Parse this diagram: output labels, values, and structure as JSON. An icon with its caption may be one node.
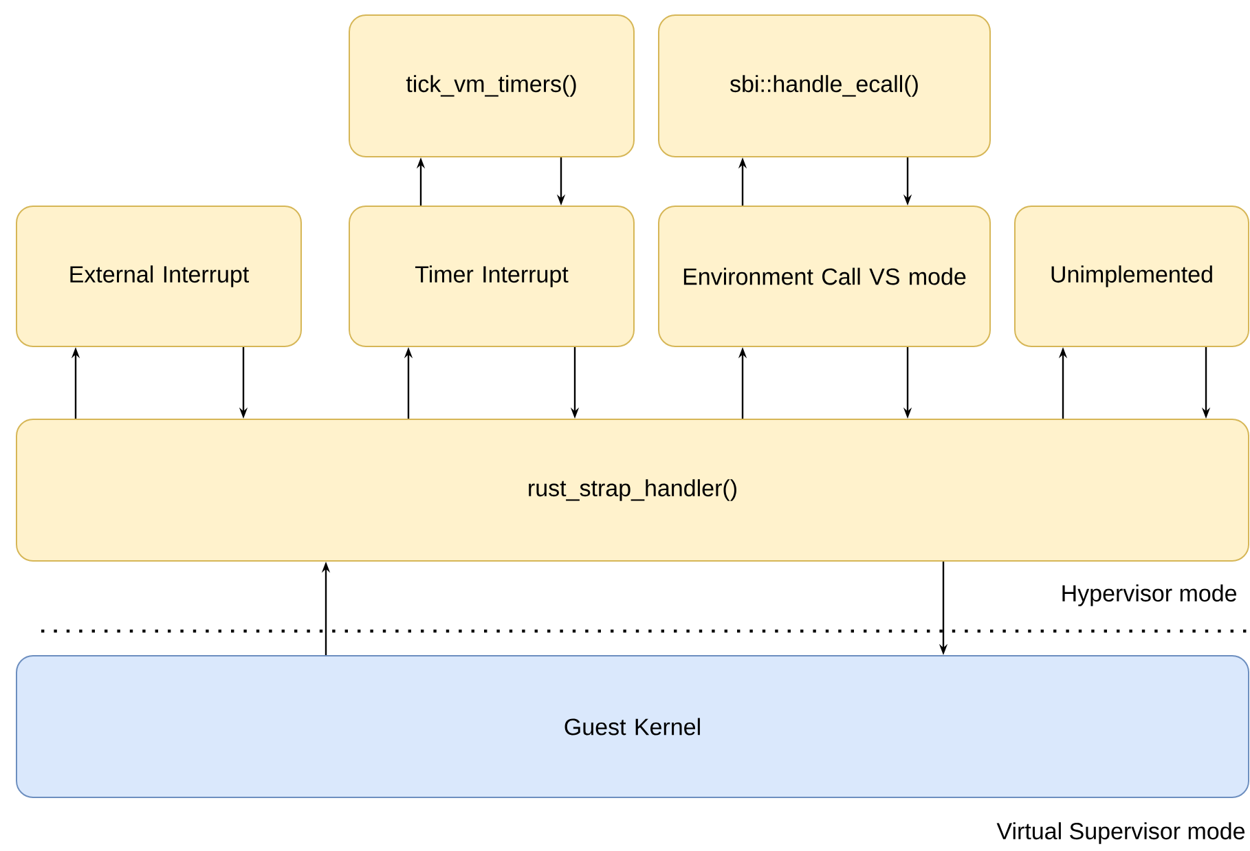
{
  "diagram": {
    "nodes": [
      {
        "text": [
          "tick_vm_timers()"
        ]
      },
      {
        "text": [
          "sbi::handle_ecall()"
        ]
      },
      {
        "text": [
          "External Interrupt"
        ]
      },
      {
        "text": [
          "Timer Interrupt"
        ]
      },
      {
        "text": [
          "Environment Call VS mode"
        ]
      },
      {
        "text": [
          "Unimplemented"
        ]
      },
      {
        "text": [
          "rust_strap_handler()"
        ]
      },
      {
        "text": [
          "Guest Kernel"
        ]
      }
    ],
    "edges": [
      {
        "from": 6,
        "to": 2,
        "arrow": "to"
      },
      {
        "from": 2,
        "to": 6,
        "arrow": "to"
      },
      {
        "from": 6,
        "to": 3,
        "arrow": "to"
      },
      {
        "from": 3,
        "to": 6,
        "arrow": "to"
      },
      {
        "from": 3,
        "to": 0,
        "arrow": "to"
      },
      {
        "from": 0,
        "to": 3,
        "arrow": "to"
      },
      {
        "from": 6,
        "to": 4,
        "arrow": "to"
      },
      {
        "from": 4,
        "to": 6,
        "arrow": "to"
      },
      {
        "from": 4,
        "to": 1,
        "arrow": "to"
      },
      {
        "from": 1,
        "to": 4,
        "arrow": "to"
      },
      {
        "from": 6,
        "to": 5,
        "arrow": "to"
      },
      {
        "from": 5,
        "to": 6,
        "arrow": "to"
      },
      {
        "from": 7,
        "to": 6,
        "arrow": "to"
      },
      {
        "from": 6,
        "to": 7,
        "arrow": "to"
      }
    ],
    "labels": [
      "Hypervisor mode",
      "Virtual Supervisor mode"
    ]
  }
}
